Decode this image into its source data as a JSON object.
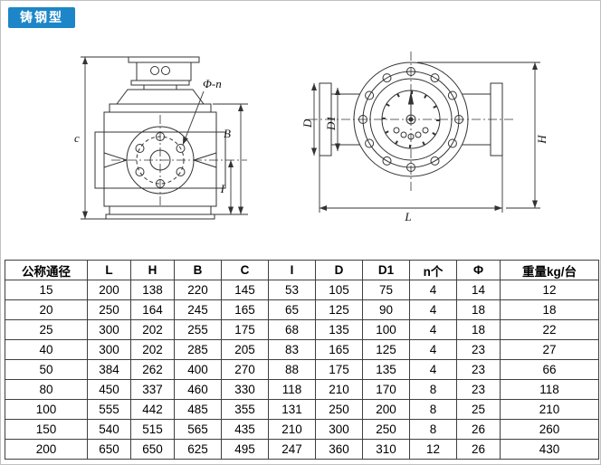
{
  "badge": {
    "label": "铸钢型"
  },
  "colors": {
    "badge_bg": "#1d86c8",
    "badge_text": "#ffffff",
    "line": "#333333"
  },
  "drawings": {
    "side_view": {
      "dim_c": "c",
      "dim_b": "B",
      "dim_i": "I",
      "bolt_note": "Φ-n"
    },
    "front_view": {
      "dim_d": "D",
      "dim_d1": "D1",
      "dim_l": "L",
      "dim_h": "H"
    }
  },
  "table": {
    "headers": [
      "公称通径",
      "L",
      "H",
      "B",
      "C",
      "I",
      "D",
      "D1",
      "n个",
      "Φ",
      "重量kg/台"
    ],
    "rows": [
      [
        "15",
        "200",
        "138",
        "220",
        "145",
        "53",
        "105",
        "75",
        "4",
        "14",
        "12"
      ],
      [
        "20",
        "250",
        "164",
        "245",
        "165",
        "65",
        "125",
        "90",
        "4",
        "18",
        "18"
      ],
      [
        "25",
        "300",
        "202",
        "255",
        "175",
        "68",
        "135",
        "100",
        "4",
        "18",
        "22"
      ],
      [
        "40",
        "300",
        "202",
        "285",
        "205",
        "83",
        "165",
        "125",
        "4",
        "23",
        "27"
      ],
      [
        "50",
        "384",
        "262",
        "400",
        "270",
        "88",
        "175",
        "135",
        "4",
        "23",
        "66"
      ],
      [
        "80",
        "450",
        "337",
        "460",
        "330",
        "118",
        "210",
        "170",
        "8",
        "23",
        "118"
      ],
      [
        "100",
        "555",
        "442",
        "485",
        "355",
        "131",
        "250",
        "200",
        "8",
        "25",
        "210"
      ],
      [
        "150",
        "540",
        "515",
        "565",
        "435",
        "210",
        "300",
        "250",
        "8",
        "26",
        "260"
      ],
      [
        "200",
        "650",
        "650",
        "625",
        "495",
        "247",
        "360",
        "310",
        "12",
        "26",
        "430"
      ]
    ]
  }
}
